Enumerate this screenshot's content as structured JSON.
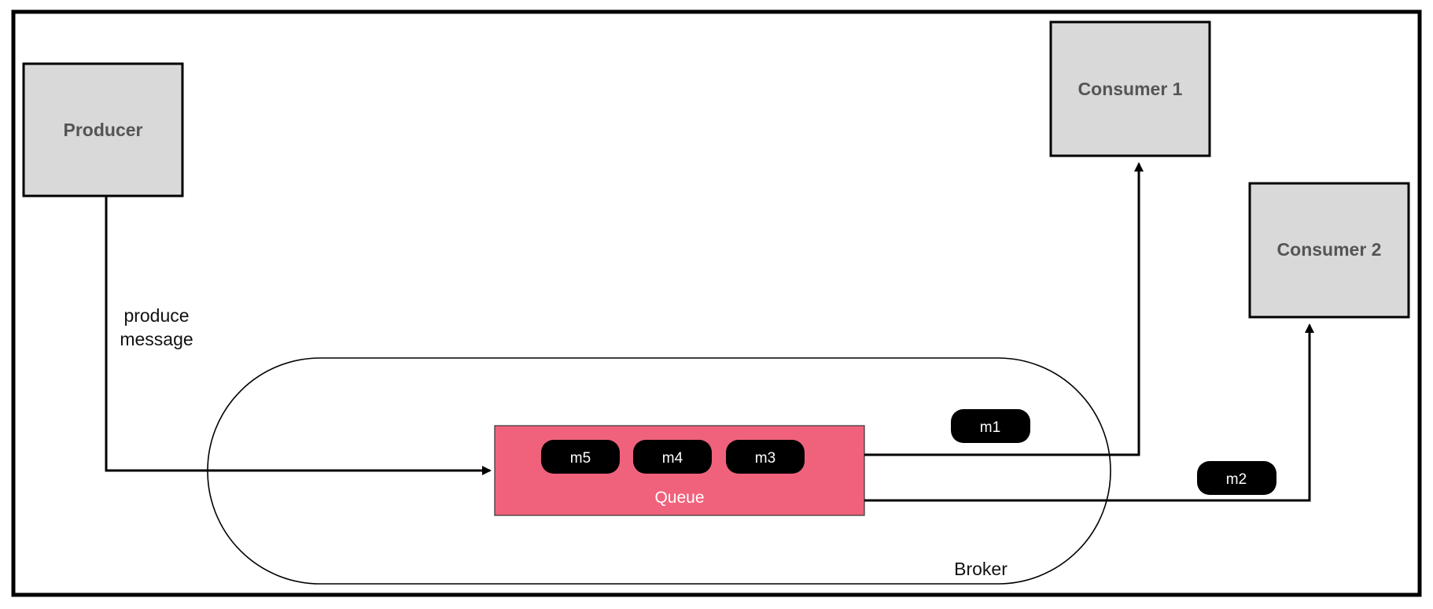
{
  "colors": {
    "node_fill": "#d9d9d9",
    "queue_fill": "#f0627c",
    "pill_fill": "#000000",
    "line": "#000000"
  },
  "producer": {
    "label": "Producer"
  },
  "consumers": [
    {
      "label": "Consumer 1"
    },
    {
      "label": "Consumer 2"
    }
  ],
  "edge_label": {
    "line1": "produce",
    "line2": "message"
  },
  "broker": {
    "label": "Broker"
  },
  "queue": {
    "label": "Queue",
    "messages": [
      "m5",
      "m4",
      "m3"
    ]
  },
  "in_flight": [
    "m1",
    "m2"
  ]
}
